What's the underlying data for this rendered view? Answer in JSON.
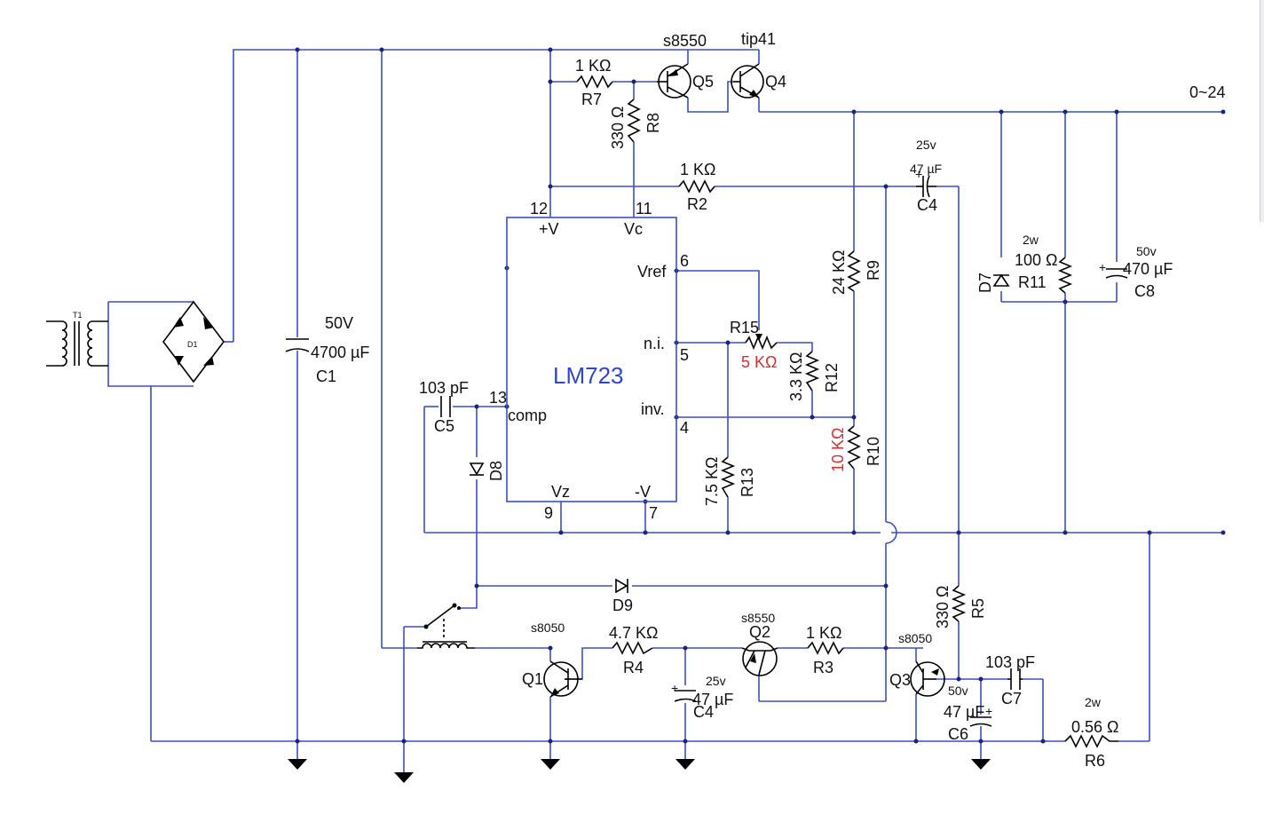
{
  "chip": {
    "name": "LM723",
    "pins": {
      "vplus": "+V",
      "vc": "Vc",
      "vref": "Vref",
      "ni": "n.i.",
      "inv": "inv.",
      "comp": "comp",
      "vz": "Vz",
      "vminus": "-V"
    },
    "pin_numbers": {
      "p12": "12",
      "p11": "11",
      "p6": "6",
      "p5": "5",
      "p4": "4",
      "p13": "13",
      "p9": "9",
      "p7": "7"
    }
  },
  "output_label": "0~24",
  "transformer": {
    "ref": "T1"
  },
  "bridge": {
    "ref": "D1"
  },
  "components": {
    "c1": {
      "ref": "C1",
      "value": "4700 µF",
      "rating": "50V"
    },
    "q5": {
      "ref": "Q5",
      "part": "s8550"
    },
    "q4": {
      "ref": "Q4",
      "part": "tip41"
    },
    "r7": {
      "ref": "R7",
      "value": "1 KΩ"
    },
    "r8": {
      "ref": "R8",
      "value": "330 Ω"
    },
    "r2": {
      "ref": "R2",
      "value": "1 KΩ"
    },
    "c4a": {
      "ref": "C4",
      "value": "47 µF",
      "rating": "25v"
    },
    "r9": {
      "ref": "R9",
      "value": "24 KΩ"
    },
    "d7": {
      "ref": "D7"
    },
    "r11": {
      "ref": "R11",
      "value": "100 Ω",
      "rating": "2w"
    },
    "c8": {
      "ref": "C8",
      "value": "470 µF",
      "rating": "50v"
    },
    "r15": {
      "ref": "R15",
      "value": "5 KΩ"
    },
    "r12": {
      "ref": "R12",
      "value": "3.3 KΩ"
    },
    "r10": {
      "ref": "R10",
      "value": "10 KΩ"
    },
    "r13": {
      "ref": "R13",
      "value": "7.5 KΩ"
    },
    "c5": {
      "ref": "C5",
      "value": "103 pF"
    },
    "d8": {
      "ref": "D8"
    },
    "d9": {
      "ref": "D9"
    },
    "q1": {
      "ref": "Q1",
      "part": "s8050"
    },
    "r4": {
      "ref": "R4",
      "value": "4.7 KΩ"
    },
    "c4b": {
      "ref": "C4",
      "value": "47 µF",
      "rating": "25v"
    },
    "q2": {
      "ref": "Q2",
      "part": "s8550"
    },
    "r3": {
      "ref": "R3",
      "value": "1 KΩ"
    },
    "q3": {
      "ref": "Q3",
      "part": "s8050"
    },
    "r5": {
      "ref": "R5",
      "value": "330 Ω"
    },
    "c7": {
      "ref": "C7",
      "value": "103 pF"
    },
    "c6": {
      "ref": "C6",
      "value": "47 µF",
      "rating": "50v"
    },
    "r6": {
      "ref": "R6",
      "value": "0.56 Ω",
      "rating": "2w"
    }
  },
  "colors": {
    "wire": "#3a4fc8",
    "chip_label": "#2e47c9",
    "highlight": "#d32f2f",
    "symbol": "#000000"
  }
}
